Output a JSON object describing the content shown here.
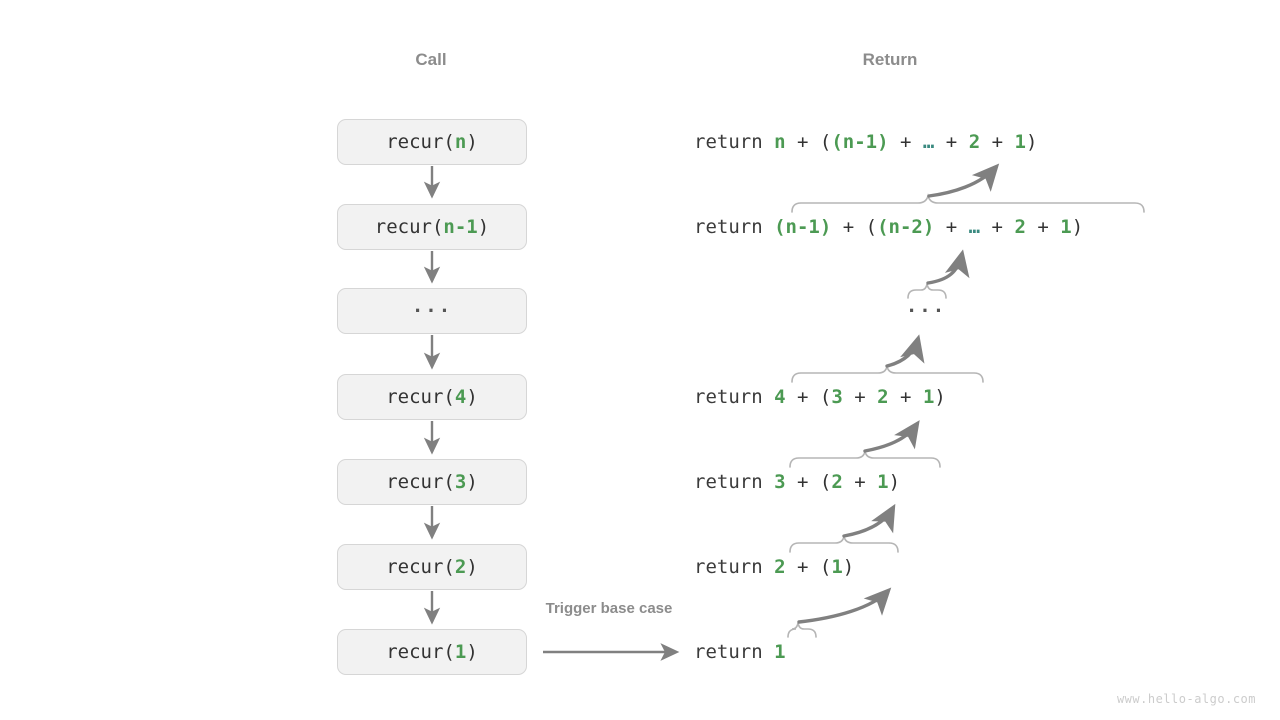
{
  "headers": {
    "call": "Call",
    "return": "Return"
  },
  "colors": {
    "green": "#4c9a53",
    "teal": "#3a8a80",
    "arrow": "#808080",
    "brace": "#b5b5b5",
    "box_fill": "#f2f2f2",
    "box_border": "#d6d6d6",
    "header_gray": "#8c8c8c",
    "text": "#333333",
    "background": "#ffffff"
  },
  "call_stack": [
    {
      "name": "call-box-n",
      "prefix": "recur(",
      "arg": "n",
      "suffix": ")"
    },
    {
      "name": "call-box-n-1",
      "prefix": "recur(",
      "arg": "n-1",
      "suffix": ")"
    },
    {
      "name": "call-box-dots",
      "prefix": "",
      "arg": "",
      "suffix": "",
      "dots": "···"
    },
    {
      "name": "call-box-4",
      "prefix": "recur(",
      "arg": "4",
      "suffix": ")"
    },
    {
      "name": "call-box-3",
      "prefix": "recur(",
      "arg": "3",
      "suffix": ")"
    },
    {
      "name": "call-box-2",
      "prefix": "recur(",
      "arg": "2",
      "suffix": ")"
    },
    {
      "name": "call-box-1",
      "prefix": "recur(",
      "arg": "1",
      "suffix": ")"
    }
  ],
  "returns": [
    {
      "name": "return-line-n",
      "keyword": "return",
      "expr": "n + ((n-1) + … + 2 + 1)"
    },
    {
      "name": "return-line-n-1",
      "keyword": "return",
      "expr": "(n-1) + ((n-2) + … + 2 + 1)"
    },
    {
      "name": "return-line-4",
      "keyword": "return",
      "expr": "4 + (3 + 2 + 1)"
    },
    {
      "name": "return-line-3",
      "keyword": "return",
      "expr": "3 + (2 + 1)"
    },
    {
      "name": "return-line-2",
      "keyword": "return",
      "expr": "2 + (1)"
    },
    {
      "name": "return-line-1",
      "keyword": "return",
      "expr": "1"
    }
  ],
  "middle_dots": "···",
  "trigger_label": "Trigger base case",
  "watermark": "www.hello-algo.com"
}
